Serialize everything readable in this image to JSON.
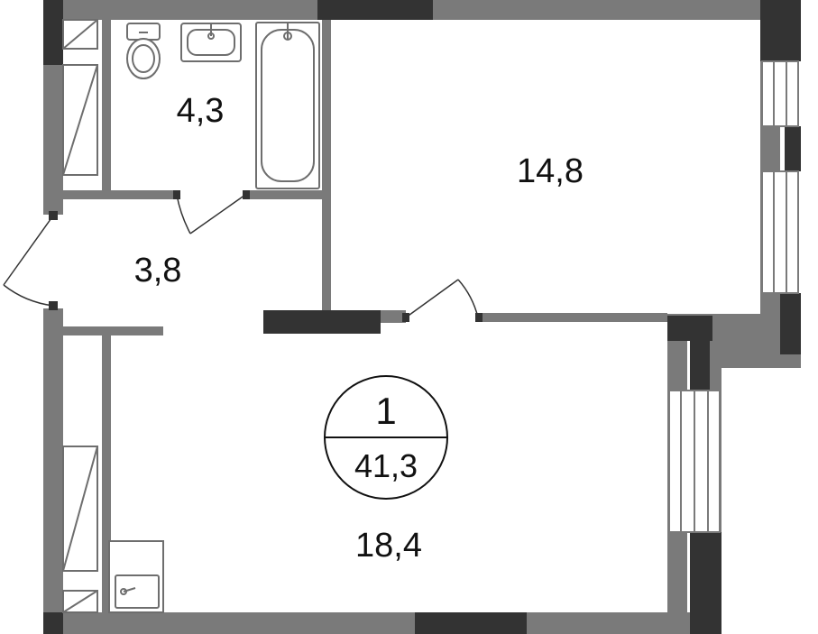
{
  "colors": {
    "wall": "#7a7a7a",
    "column": "#333333",
    "fixture": "#6e6e6e",
    "background": "#ffffff"
  },
  "rooms": {
    "bathroom_area": "4,3",
    "living_room_area": "14,8",
    "hall_area": "3,8",
    "kitchen_area": "18,4"
  },
  "apartment": {
    "rooms_count": "1",
    "total_area": "41,3"
  }
}
